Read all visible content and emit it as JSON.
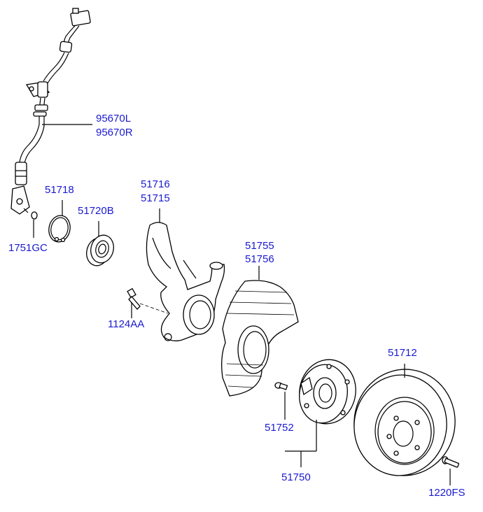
{
  "labels": {
    "sensor_l": "95670L",
    "sensor_r": "95670R",
    "snap_ring": "51718",
    "bearing": "51720B",
    "oring": "1751GC",
    "knuckle_top": "51716",
    "knuckle_bottom": "51715",
    "bolt_1124": "1124AA",
    "dust_cover_top": "51755",
    "dust_cover_bottom": "51756",
    "disc": "51712",
    "hub_bolt": "51752",
    "hub_assy": "51750",
    "screw": "1220FS"
  },
  "colors": {
    "label": "#1a1ad0",
    "line": "#000000",
    "fill": "#ffffff"
  }
}
